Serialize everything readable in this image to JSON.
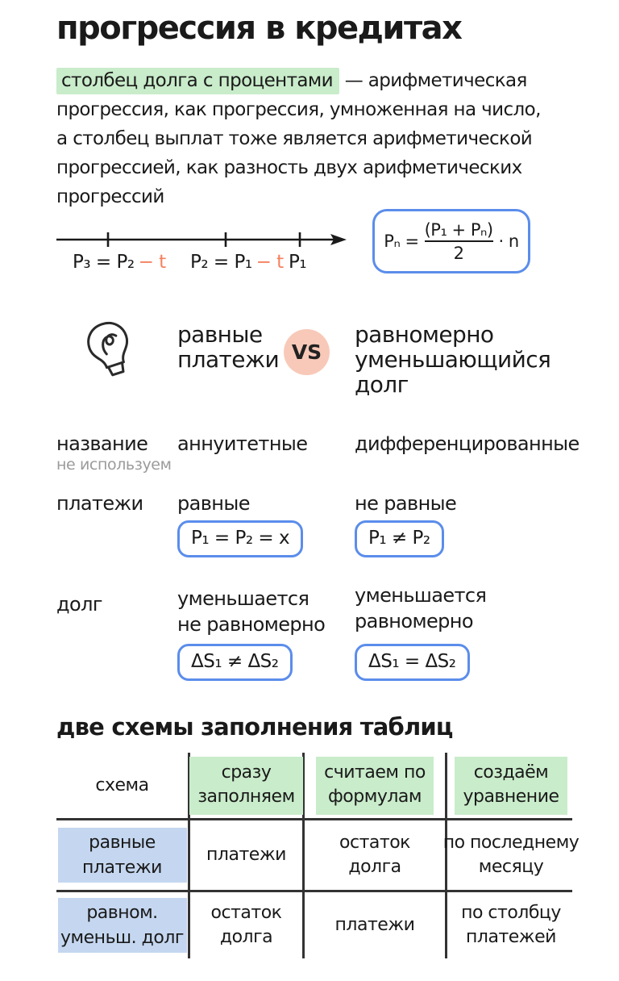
{
  "page": {
    "title": "прогрессия в кредитах"
  },
  "intro": {
    "highlight": "столбец долга с процентами",
    "line1_rest": " — арифметическая",
    "line2": "прогрессия, как прогрессия, умноженная на число,",
    "line3": "а столбец выплат тоже является арифметической",
    "line4": "прогрессией, как разность двух арифметических",
    "line5": "прогрессий"
  },
  "numberline": {
    "labels": [
      {
        "main": "P₃ = P₂",
        "accent": "− t"
      },
      {
        "main": "P₂ = P₁",
        "accent": "− t"
      },
      {
        "main": "P₁",
        "accent": ""
      }
    ]
  },
  "sum_formula": {
    "lhs": "Pₙ =",
    "numerator": "(P₁ + Pₙ)",
    "denominator": "2",
    "rhs": "· n"
  },
  "versus": {
    "left_lines": [
      "равные",
      "платежи"
    ],
    "vs": "VS",
    "right_lines": [
      "равномерно",
      "уменьшающийся",
      "долг"
    ]
  },
  "comparison": {
    "rows": [
      {
        "label": "название",
        "note": "не используем",
        "left": "аннуитетные",
        "right": "дифференцированные"
      },
      {
        "label": "платежи",
        "left": "равные",
        "right": "не равные",
        "left_formula": "P₁ = P₂ = x",
        "right_formula": "P₁ ≠ P₂"
      },
      {
        "label": "долг",
        "left_lines": [
          "уменьшается",
          "не равномерно"
        ],
        "right_lines": [
          "уменьшается",
          "равномерно"
        ],
        "left_formula": "ΔS₁ ≠ ΔS₂",
        "right_formula": "ΔS₁ = ΔS₂"
      }
    ]
  },
  "table_section": {
    "title": "две схемы заполнения таблиц",
    "header": {
      "col1": "схема",
      "col2": [
        "сразу",
        "заполняем"
      ],
      "col3": [
        "считаем по",
        "формулам"
      ],
      "col4": [
        "создаём",
        "уравнение"
      ]
    },
    "rows": [
      {
        "scheme": [
          "равные",
          "платежи"
        ],
        "fill": "платежи",
        "calc": [
          "остаток",
          "долга"
        ],
        "equation": [
          "по последнему",
          "месяцу"
        ]
      },
      {
        "scheme": [
          "равном.",
          "уменьш. долг"
        ],
        "fill": [
          "остаток",
          "долга"
        ],
        "calc": "платежи",
        "equation": [
          "по столбцу",
          "платежей"
        ]
      }
    ]
  },
  "colors": {
    "highlight_green": "#c9ecca",
    "highlight_blue": "#c5d7f0",
    "box_border_blue": "#5b8deb",
    "vs_circle_peach": "#f8c9b8",
    "accent_orange": "#f4825f",
    "note_gray": "#9b9b9b",
    "text": "#1a1a1a"
  }
}
